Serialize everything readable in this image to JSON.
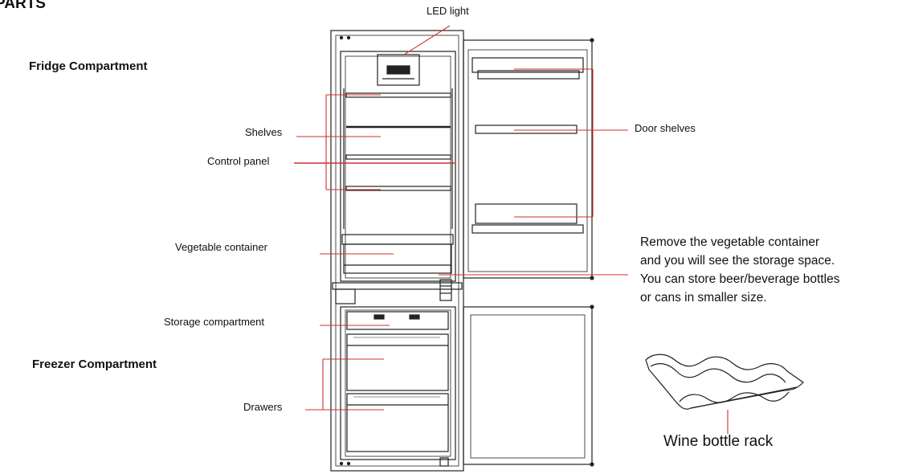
{
  "heading": "PARTS",
  "sections": {
    "fridge": "Fridge Compartment",
    "freezer": "Freezer Compartment"
  },
  "labels": {
    "led_light": "LED  light",
    "shelves": "Shelves",
    "control_panel": "Control panel",
    "vegetable_container": "Vegetable container",
    "storage_compartment": "Storage compartment",
    "drawers": "Drawers",
    "door_shelves": "Door shelves",
    "wine_bottle_rack": "Wine bottle rack"
  },
  "note": {
    "lines": [
      "Remove the vegetable container",
      "and you will see the storage space.",
      "You can store beer/beverage bottles",
      "or cans in smaller size."
    ]
  },
  "colors": {
    "leader_line": "#d32f2f",
    "outline": "#222222"
  }
}
